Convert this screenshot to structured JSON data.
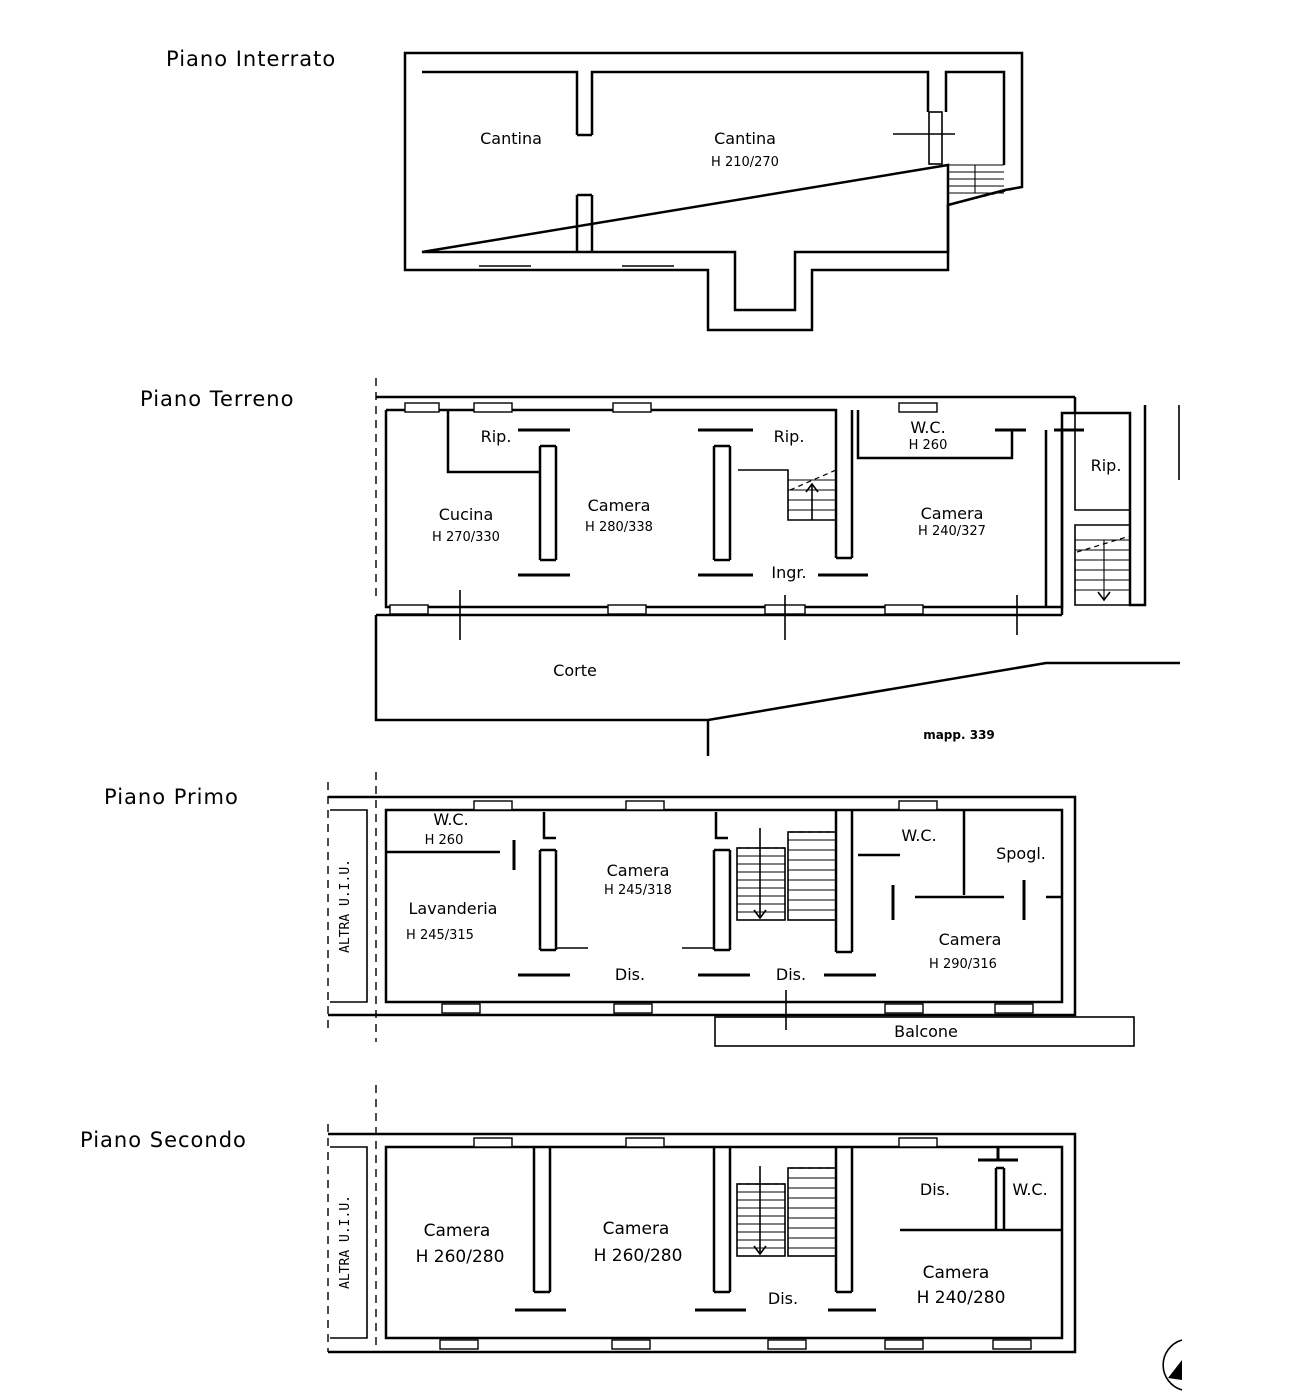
{
  "floors": {
    "interrato": {
      "title": "Piano  Interrato",
      "rooms": [
        {
          "name": "Cantina",
          "height": ""
        },
        {
          "name": "Cantina",
          "height": "H 210/270"
        }
      ]
    },
    "terreno": {
      "title": "Piano  Terreno",
      "rooms": [
        {
          "name": "Cucina",
          "height": "H 270/330"
        },
        {
          "name": "Camera",
          "height": "H 280/338"
        },
        {
          "name": "Camera",
          "height": "H 240/327"
        },
        {
          "name": "W.C.",
          "height": "H 260"
        },
        {
          "name": "Rip.",
          "height": ""
        },
        {
          "name": "Rip.",
          "height": ""
        },
        {
          "name": "Rip.",
          "height": ""
        },
        {
          "name": "Ingr.",
          "height": ""
        },
        {
          "name": "Corte",
          "height": ""
        }
      ],
      "mappale": "mapp. 339"
    },
    "primo": {
      "title": "Piano  Primo",
      "rooms": [
        {
          "name": "W.C.",
          "height": "H 260"
        },
        {
          "name": "Lavanderia",
          "height": "H 245/315"
        },
        {
          "name": "Camera",
          "height": "H 245/318"
        },
        {
          "name": "Dis.",
          "height": ""
        },
        {
          "name": "Dis.",
          "height": ""
        },
        {
          "name": "W.C.",
          "height": ""
        },
        {
          "name": "Spogl.",
          "height": ""
        },
        {
          "name": "Camera",
          "height": "H 290/316"
        },
        {
          "name": "Balcone",
          "height": ""
        }
      ],
      "side_label": "ALTRA U.I.U."
    },
    "secondo": {
      "title": "Piano  Secondo",
      "rooms": [
        {
          "name": "Camera",
          "height": "H 260/280"
        },
        {
          "name": "Camera",
          "height": "H 260/280"
        },
        {
          "name": "Dis.",
          "height": ""
        },
        {
          "name": "Dis.",
          "height": ""
        },
        {
          "name": "W.C.",
          "height": ""
        },
        {
          "name": "Camera",
          "height": "H 240/280"
        }
      ],
      "side_label": "ALTRA U.I.U."
    }
  }
}
